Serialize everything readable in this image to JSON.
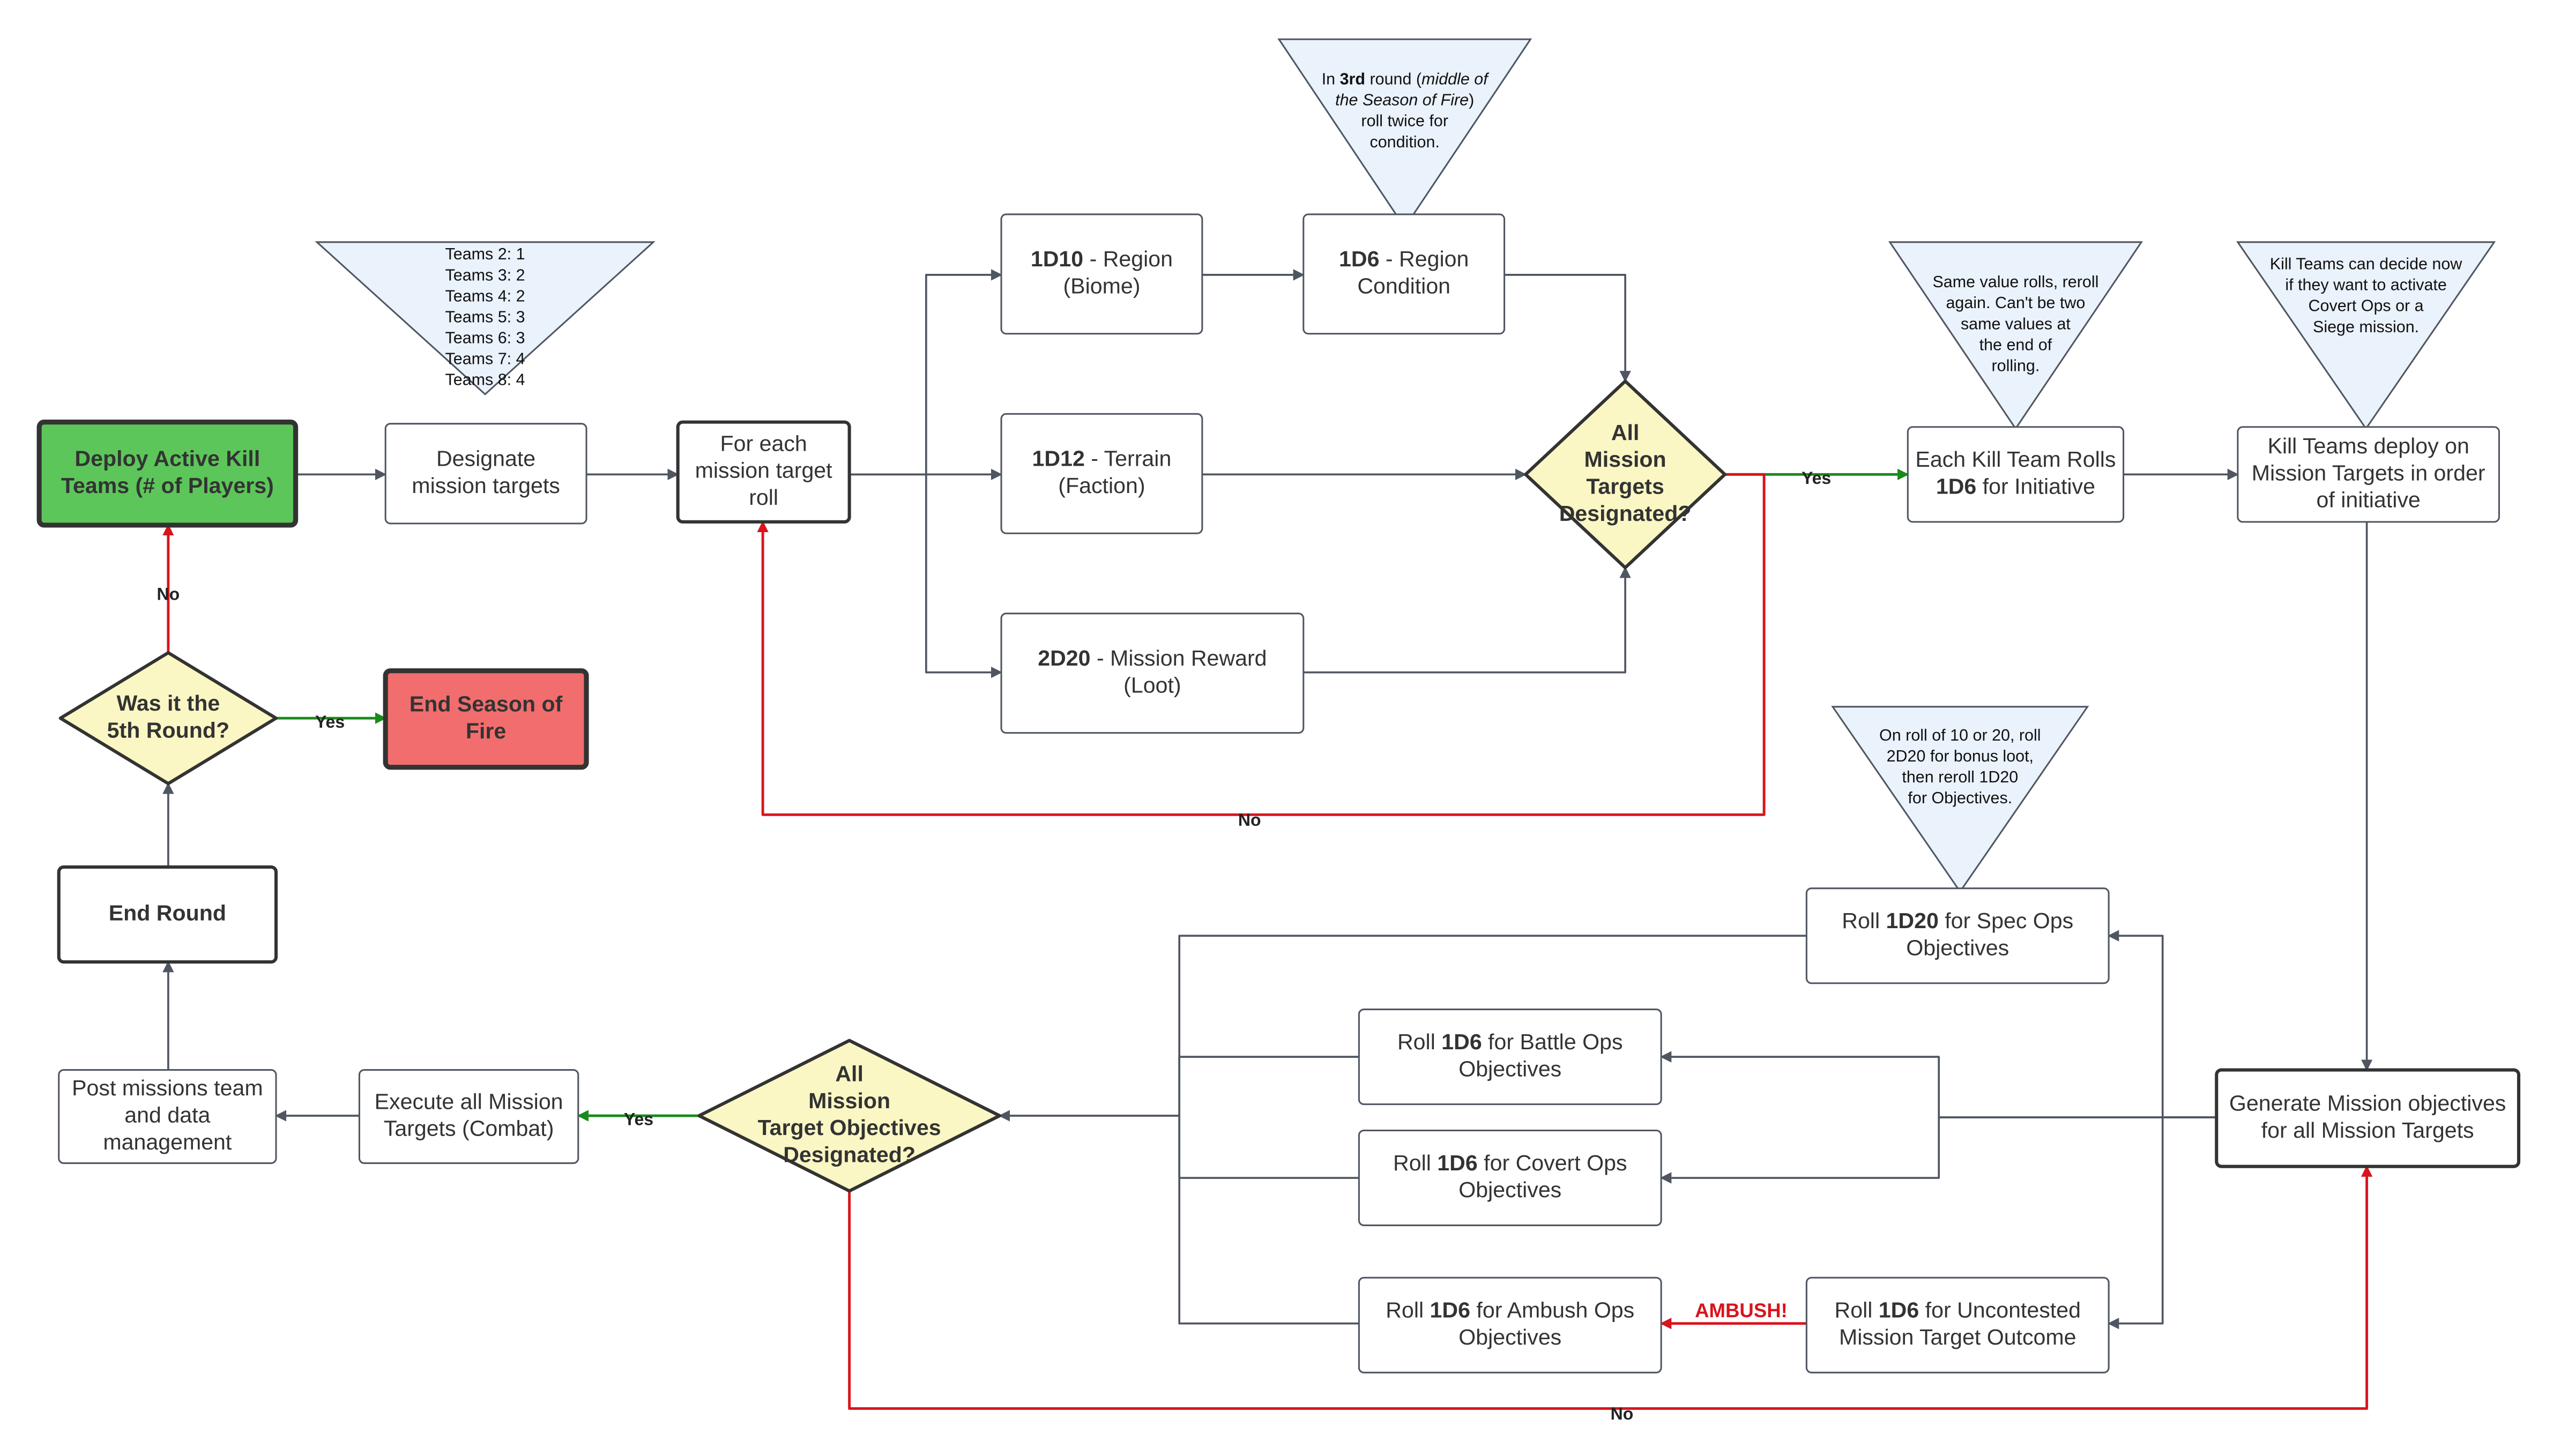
{
  "nodes": {
    "deploy_active": {
      "lines": [
        [
          "Deploy Active Kill"
        ],
        [
          "Teams (# of Players)"
        ]
      ],
      "bold": true,
      "fill": "#5cc65a"
    },
    "designate": {
      "lines": [
        [
          "Designate"
        ],
        [
          "mission targets"
        ]
      ]
    },
    "for_each": {
      "lines": [
        [
          "For each"
        ],
        [
          "mission target"
        ],
        [
          "roll"
        ]
      ]
    },
    "region_biome": {
      "lines": [
        [
          {
            "t": "1D10",
            "b": true
          },
          {
            "t": " - Region"
          }
        ],
        [
          "(Biome)"
        ]
      ]
    },
    "terrain": {
      "lines": [
        [
          {
            "t": "1D12",
            "b": true
          },
          {
            "t": " - Terrain"
          }
        ],
        [
          "(Faction)"
        ]
      ]
    },
    "loot": {
      "lines": [
        [
          {
            "t": "2D20",
            "b": true
          },
          {
            "t": " - Mission Reward"
          }
        ],
        [
          "(Loot)"
        ]
      ]
    },
    "region_condition": {
      "lines": [
        [
          {
            "t": "1D6",
            "b": true
          },
          {
            "t": " - Region"
          }
        ],
        [
          "Condition"
        ]
      ]
    },
    "all_targets": {
      "lines": [
        [
          "All"
        ],
        [
          "Mission"
        ],
        [
          "Targets"
        ],
        [
          "Designated?"
        ]
      ],
      "bold": true,
      "fill": "#fbf7c4"
    },
    "initiative": {
      "lines": [
        [
          "Each Kill Team Rolls"
        ],
        [
          {
            "t": "1D6",
            "b": true
          },
          {
            "t": " for Initiative"
          }
        ]
      ]
    },
    "deploy_order": {
      "lines": [
        [
          "Kill Teams deploy on"
        ],
        [
          "Mission Targets in order"
        ],
        [
          "of initiative"
        ]
      ]
    },
    "generate_objectives": {
      "lines": [
        [
          "Generate Mission objectives"
        ],
        [
          "for all Mission Targets"
        ]
      ]
    },
    "spec_ops": {
      "lines": [
        [
          {
            "t": "Roll "
          },
          {
            "t": "1D20",
            "b": true
          },
          {
            "t": " for Spec Ops"
          }
        ],
        [
          "Objectives"
        ]
      ]
    },
    "battle_ops": {
      "lines": [
        [
          {
            "t": "Roll "
          },
          {
            "t": "1D6",
            "b": true
          },
          {
            "t": " for Battle Ops"
          }
        ],
        [
          "Objectives"
        ]
      ]
    },
    "covert_ops": {
      "lines": [
        [
          {
            "t": "Roll "
          },
          {
            "t": "1D6",
            "b": true
          },
          {
            "t": " for Covert Ops"
          }
        ],
        [
          "Objectives"
        ]
      ]
    },
    "ambush_ops": {
      "lines": [
        [
          {
            "t": "Roll "
          },
          {
            "t": "1D6",
            "b": true
          },
          {
            "t": " for Ambush Ops"
          }
        ],
        [
          "Objectives"
        ]
      ]
    },
    "uncontested": {
      "lines": [
        [
          {
            "t": "Roll "
          },
          {
            "t": "1D6",
            "b": true
          },
          {
            "t": " for Uncontested"
          }
        ],
        [
          "Mission Target Outcome"
        ]
      ]
    },
    "all_objectives": {
      "lines": [
        [
          "All"
        ],
        [
          "Mission"
        ],
        [
          "Target Objectives"
        ],
        [
          "Designated?"
        ]
      ],
      "bold": true,
      "fill": "#fbf7c4"
    },
    "execute": {
      "lines": [
        [
          "Execute all Mission"
        ],
        [
          "Targets (Combat)"
        ]
      ]
    },
    "post_missions": {
      "lines": [
        [
          "Post missions team"
        ],
        [
          "and data"
        ],
        [
          "management"
        ]
      ]
    },
    "end_round": {
      "lines": [
        [
          "End Round"
        ]
      ],
      "bold": true
    },
    "fifth_round": {
      "lines": [
        [
          "Was it the"
        ],
        [
          "5th Round?"
        ]
      ],
      "bold": true,
      "fill": "#fbf7c4"
    },
    "end_season": {
      "lines": [
        [
          "End Season of"
        ],
        [
          "Fire"
        ]
      ],
      "bold": true,
      "fill": "#f26d6d"
    }
  },
  "notes": {
    "teams_table": {
      "lines": [
        [
          "Teams 2: 1"
        ],
        [
          "Teams 3: 2"
        ],
        [
          "Teams 4: 2"
        ],
        [
          "Teams 5: 3"
        ],
        [
          "Teams 6: 3"
        ],
        [
          "Teams 7: 4"
        ],
        [
          "Teams 8: 4"
        ]
      ]
    },
    "third_round": {
      "lines": [
        [
          {
            "t": "In "
          },
          {
            "t": "3rd",
            "b": true
          },
          {
            "t": " round ("
          },
          {
            "t": "middle of",
            "i": true
          }
        ],
        [
          {
            "t": "the Season of Fire",
            "i": true
          },
          {
            "t": ")"
          }
        ],
        [
          "roll twice for"
        ],
        [
          "condition."
        ]
      ]
    },
    "same_value": {
      "lines": [
        [
          "Same value rolls, reroll"
        ],
        [
          "again. Can't be two"
        ],
        [
          "same values at"
        ],
        [
          "the end of"
        ],
        [
          "rolling."
        ]
      ]
    },
    "covert_siege": {
      "lines": [
        [
          "Kill Teams can decide now"
        ],
        [
          "if they want to activate"
        ],
        [
          "Covert Ops or a"
        ],
        [
          "Siege mission."
        ]
      ]
    },
    "bonus_loot": {
      "lines": [
        [
          "On roll of 10 or 20, roll"
        ],
        [
          "2D20 for bonus loot,"
        ],
        [
          "then reroll 1D20"
        ],
        [
          "for Objectives."
        ]
      ]
    }
  },
  "edge_labels": {
    "no_round": "No",
    "yes_season": "Yes",
    "yes_targets": "Yes",
    "no_targets": "No",
    "yes_objectives": "Yes",
    "no_objectives": "No",
    "ambush": "AMBUSH!"
  },
  "colors": {
    "line": "#4f5661",
    "yes": "#1a8a1a",
    "no": "#d8141c",
    "ambush": "#d8141c",
    "note_fill": "#eaf2fc",
    "note_stroke": "#4f5661",
    "box_stroke": "#4f5661",
    "text": "#333333"
  }
}
